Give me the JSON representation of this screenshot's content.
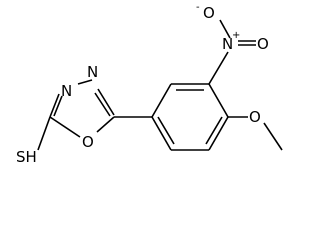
{
  "molecule": {
    "atoms": {
      "sh": "SH",
      "o_ring": "O",
      "n1": "N",
      "n2": "N",
      "n_nitro": "N",
      "n_nitro_charge": "+",
      "o_nitro_top": "O",
      "o_nitro_top_charge": "-",
      "o_nitro_right": "O",
      "o_methoxy": "O"
    }
  }
}
